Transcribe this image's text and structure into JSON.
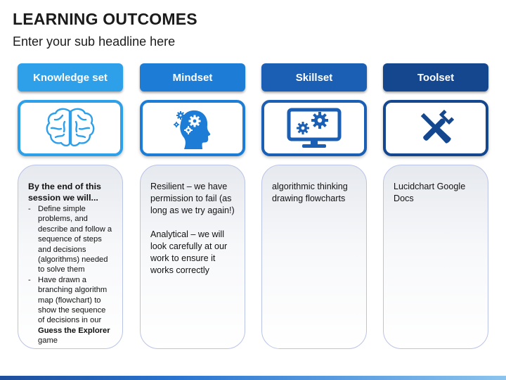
{
  "title": "LEARNING OUTCOMES",
  "subtitle": "Enter your sub headline here",
  "colors": {
    "knowledge": "#2e9fe9",
    "mindset": "#1c7cd6",
    "skillset": "#1a5fb4",
    "toolset": "#15478f"
  },
  "columns": {
    "knowledge": {
      "header": "Knowledge set",
      "icon": "brain-icon",
      "intro": "By the end of this session we will...",
      "item1": "Define simple problems, and describe and follow a sequence of steps and decisions (algorithms) needed to solve them",
      "item2_start": "Have drawn a branching algorithm map (flowchart) to show the sequence of decisions in our ",
      "item2_bold": "Guess the Explorer",
      "item2_end": " game"
    },
    "mindset": {
      "header": "Mindset",
      "icon": "head-gears-icon",
      "para1": "Resilient – we have permission to fail (as long as we try again!)",
      "para2": "Analytical – we will look carefully at our work to ensure it works correctly"
    },
    "skillset": {
      "header": "Skillset",
      "icon": "monitor-gears-icon",
      "text": "algorithmic thinking drawing flowcharts"
    },
    "toolset": {
      "header": "Toolset",
      "icon": "tools-icon",
      "text": "Lucidchart Google Docs"
    }
  }
}
